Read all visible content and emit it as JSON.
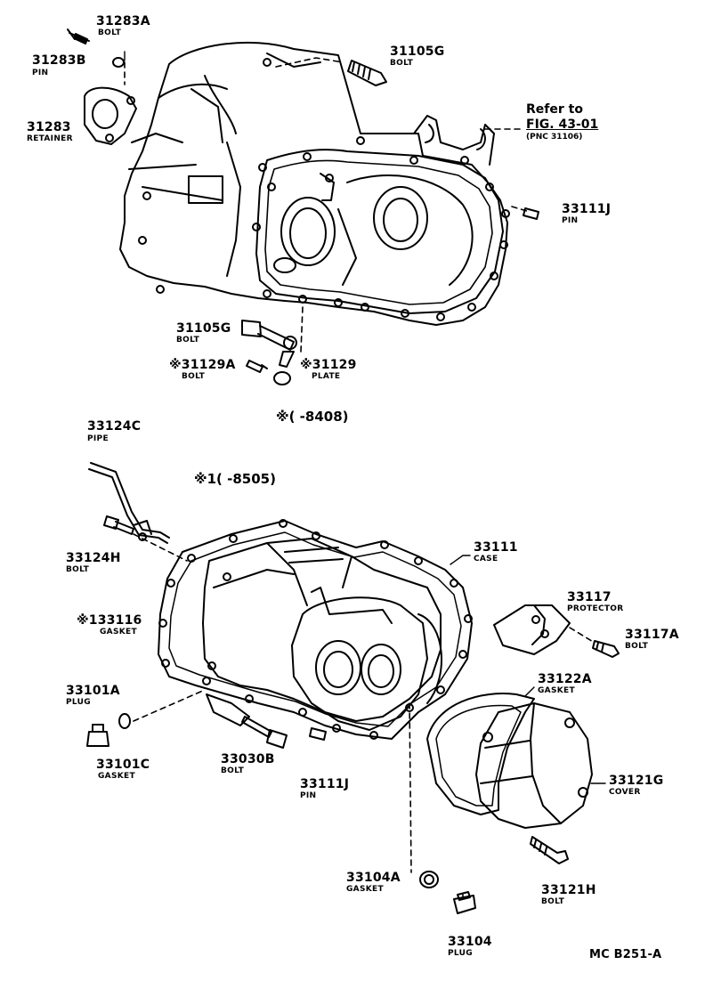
{
  "parts": {
    "p31283A": {
      "number": "31283A",
      "name": "BOLT"
    },
    "p31283B": {
      "number": "31283B",
      "name": "PIN"
    },
    "p31283": {
      "number": "31283",
      "name": "RETAINER"
    },
    "p31105G_top": {
      "number": "31105G",
      "name": "BOLT"
    },
    "p33111J_top": {
      "number": "33111J",
      "name": "PIN"
    },
    "p31105G_low": {
      "number": "31105G",
      "name": "BOLT"
    },
    "p31129A": {
      "number": "※31129A",
      "name": "BOLT"
    },
    "p31129": {
      "number": "※31129",
      "name": "PLATE"
    },
    "p33124C": {
      "number": "33124C",
      "name": "PIPE"
    },
    "p33124H": {
      "number": "33124H",
      "name": "BOLT"
    },
    "p33111": {
      "number": "33111",
      "name": "CASE"
    },
    "p33117": {
      "number": "33117",
      "name": "PROTECTOR"
    },
    "p33117A": {
      "number": "33117A",
      "name": "BOLT"
    },
    "p33116": {
      "number": "※133116",
      "name": "GASKET"
    },
    "p33101A": {
      "number": "33101A",
      "name": "PLUG"
    },
    "p33101C": {
      "number": "33101C",
      "name": "GASKET"
    },
    "p33030B": {
      "number": "33030B",
      "name": "BOLT"
    },
    "p33111J_low": {
      "number": "33111J",
      "name": "PIN"
    },
    "p33122A": {
      "number": "33122A",
      "name": "GASKET"
    },
    "p33121G": {
      "number": "33121G",
      "name": "COVER"
    },
    "p33121H": {
      "number": "33121H",
      "name": "BOLT"
    },
    "p33104A": {
      "number": "33104A",
      "name": "GASKET"
    },
    "p33104": {
      "number": "33104",
      "name": "PLUG"
    }
  },
  "reference": {
    "line1": "Refer to",
    "line2": "FIG. 43-01",
    "line3": "(PNC 31106)"
  },
  "notes": {
    "note_8408": "※(      -8408)",
    "note_8505": "※1(      -8505)"
  },
  "footer": {
    "code": "MC  B251-A"
  }
}
